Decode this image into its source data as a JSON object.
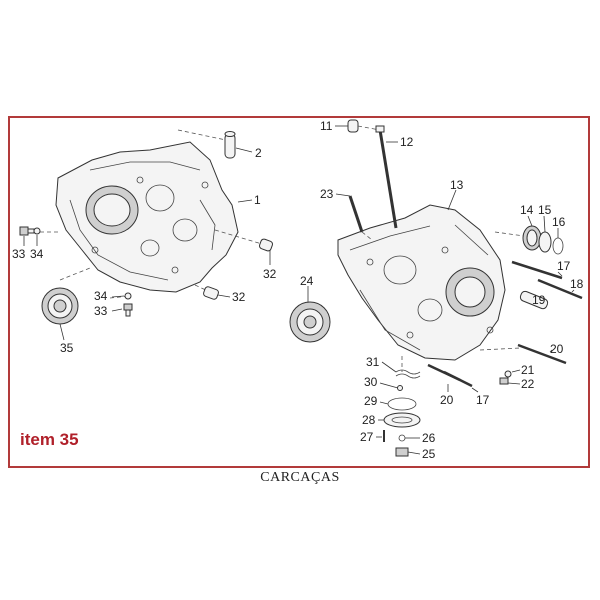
{
  "caption": "CARCAÇAS",
  "item_tag": "item 35",
  "colors": {
    "frame": "#b23a3a",
    "item_tag": "#b0202a"
  },
  "callouts": [
    {
      "n": "1"
    },
    {
      "n": "2"
    },
    {
      "n": "32"
    },
    {
      "n": "32b"
    },
    {
      "n": "33"
    },
    {
      "n": "34"
    },
    {
      "n": "34b"
    },
    {
      "n": "33b"
    },
    {
      "n": "35"
    },
    {
      "n": "24"
    },
    {
      "n": "11"
    },
    {
      "n": "12"
    },
    {
      "n": "23"
    },
    {
      "n": "13"
    },
    {
      "n": "14"
    },
    {
      "n": "15"
    },
    {
      "n": "16"
    },
    {
      "n": "17"
    },
    {
      "n": "18"
    },
    {
      "n": "19"
    },
    {
      "n": "20"
    },
    {
      "n": "21"
    },
    {
      "n": "22"
    },
    {
      "n": "31"
    },
    {
      "n": "30"
    },
    {
      "n": "29"
    },
    {
      "n": "28"
    },
    {
      "n": "27"
    },
    {
      "n": "26"
    },
    {
      "n": "25"
    },
    {
      "n": "20b"
    },
    {
      "n": "17b"
    }
  ],
  "labels": {
    "c1": "1",
    "c2": "2",
    "c32a": "32",
    "c32b": "32",
    "c33a": "33",
    "c34a": "34",
    "c34b": "34",
    "c33b": "33",
    "c35": "35",
    "c24": "24",
    "c11": "11",
    "c12": "12",
    "c23": "23",
    "c13": "13",
    "c14": "14",
    "c15": "15",
    "c16": "16",
    "c17a": "17",
    "c18": "18",
    "c19": "19",
    "c20a": "20",
    "c21": "21",
    "c22": "22",
    "c31": "31",
    "c30": "30",
    "c29": "29",
    "c28": "28",
    "c27": "27",
    "c26": "26",
    "c25": "25",
    "c20b": "20",
    "c17b": "17"
  }
}
